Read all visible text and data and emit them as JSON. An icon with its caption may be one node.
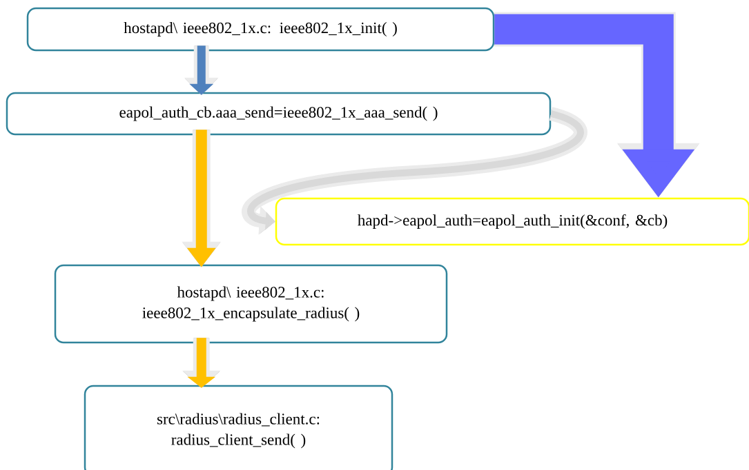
{
  "diagram": {
    "nodes": [
      {
        "text": [
          "hostapd\\ ieee802_1x.c: ieee802_1x_init( )"
        ]
      },
      {
        "text": [
          "eapol_auth_cb.aaa_send=ieee802_1x_aaa_send( )"
        ]
      },
      {
        "text": [
          "hapd->eapol_auth=eapol_auth_init(&conf, &cb)"
        ]
      },
      {
        "text": [
          "hostapd\\ ieee802_1x.c: ieee802_1x_encapsulate_radius( )"
        ]
      },
      {
        "text": [
          "src\\radius\\radius_client.c: radius_client_send( )"
        ]
      }
    ],
    "edges": [
      {
        "from": 0,
        "to": 1,
        "arrow": "to",
        "color": "#4f81bd"
      },
      {
        "from": 1,
        "to": 3,
        "arrow": "to",
        "color": "#ffc000"
      },
      {
        "from": 0,
        "to": 2,
        "arrow": "to",
        "style": "thick",
        "color": "#6666ff"
      },
      {
        "from": 1,
        "to": 2,
        "arrow": "to",
        "color": "#d9d9d9"
      },
      {
        "from": 3,
        "to": 4,
        "arrow": "to",
        "color": "#ffc000"
      }
    ]
  }
}
